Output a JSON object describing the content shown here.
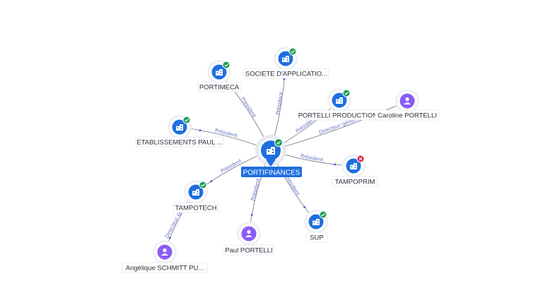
{
  "graph": {
    "center": {
      "label": "PORTIFINANCES"
    },
    "nodes": [
      {
        "id": "portimeca",
        "label": "PORTIMECA",
        "kind": "company",
        "status": "active"
      },
      {
        "id": "societe",
        "label": "SOCIETE D'APPLICATIO...",
        "kind": "company",
        "status": "active"
      },
      {
        "id": "portelli_prod",
        "label": "PORTELLI PRODUCTIONS",
        "kind": "company",
        "status": "active"
      },
      {
        "id": "caroline",
        "label": "Caroline PORTELLI",
        "kind": "person"
      },
      {
        "id": "etablissements",
        "label": "ETABLISSEMENTS PAUL ...",
        "kind": "company",
        "status": "active"
      },
      {
        "id": "tampoprim",
        "label": "TAMPOPRIM",
        "kind": "company",
        "status": "closed"
      },
      {
        "id": "tampotech",
        "label": "TAMPOTECH",
        "kind": "company",
        "status": "active"
      },
      {
        "id": "sup",
        "label": "SUP",
        "kind": "company",
        "status": "active"
      },
      {
        "id": "paul",
        "label": "Paul PORTELLI",
        "kind": "person"
      },
      {
        "id": "angelique",
        "label": "Angélique SCHMITT PU...",
        "kind": "person"
      }
    ],
    "edges": [
      {
        "from": "center",
        "to": "portimeca",
        "label": "Président"
      },
      {
        "from": "center",
        "to": "societe",
        "label": "Président"
      },
      {
        "from": "center",
        "to": "portelli_prod",
        "label": "Président"
      },
      {
        "from": "center",
        "to": "caroline",
        "label": "Directeur génér..."
      },
      {
        "from": "center",
        "to": "etablissements",
        "label": "Président"
      },
      {
        "from": "center",
        "to": "tampoprim",
        "label": "Président"
      },
      {
        "from": "center",
        "to": "tampotech",
        "label": "Président"
      },
      {
        "from": "center",
        "to": "sup",
        "label": "Président"
      },
      {
        "from": "center",
        "to": "paul",
        "label": "Président"
      },
      {
        "from": "tampotech",
        "to": "angelique",
        "label": "Directeur génér..."
      }
    ]
  },
  "icons": {
    "company": "building-icon",
    "person": "person-icon",
    "active": "check-badge-icon",
    "closed": "cross-badge-icon"
  },
  "colors": {
    "company_fill": "#1f6fe0",
    "person_fill": "#8b5cf6",
    "active_badge": "#1f9d55",
    "closed_badge": "#d6264b",
    "center_label_bg": "#1f6fe0",
    "edge_label": "#5f6dc4"
  }
}
